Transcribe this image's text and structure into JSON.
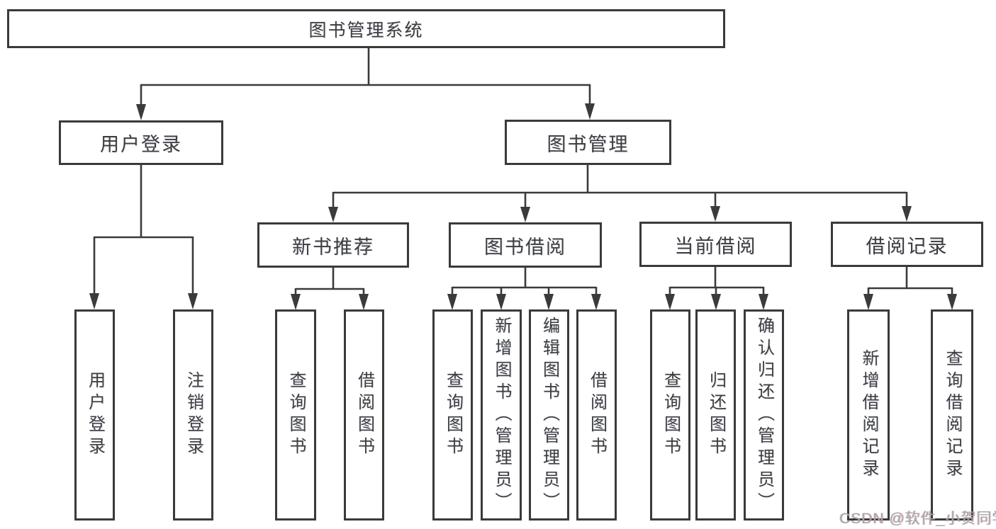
{
  "watermark": "CSDN @软件_小贺同学",
  "colors": {
    "line": "#3b3b3b",
    "box_border": "#3a3a3a",
    "box_background": "#ffffff",
    "text": "#3d3d3d",
    "watermark": "#a8a8a8"
  },
  "nodes": {
    "root": {
      "id": "library-management-system",
      "label": "图书管理系统"
    },
    "level1": [
      {
        "id": "user-login",
        "label": "用户登录",
        "parent": "library-management-system"
      },
      {
        "id": "book-management",
        "label": "图书管理",
        "parent": "library-management-system"
      }
    ],
    "level2": [
      {
        "id": "new-book-recommend",
        "label": "新书推荐",
        "parent": "book-management"
      },
      {
        "id": "book-borrowing",
        "label": "图书借阅",
        "parent": "book-management"
      },
      {
        "id": "current-borrowing",
        "label": "当前借阅",
        "parent": "book-management"
      },
      {
        "id": "borrowing-records",
        "label": "借阅记录",
        "parent": "book-management"
      }
    ],
    "leaves": [
      {
        "id": "user-login-leaf",
        "label": "用户登录",
        "parent": "user-login"
      },
      {
        "id": "logout-login",
        "label": "注销登录",
        "parent": "user-login"
      },
      {
        "id": "query-books-recommend",
        "label": "查询图书",
        "parent": "new-book-recommend"
      },
      {
        "id": "borrow-books-recommend",
        "label": "借阅图书",
        "parent": "new-book-recommend"
      },
      {
        "id": "query-books-borrowing",
        "label": "查询图书",
        "parent": "book-borrowing"
      },
      {
        "id": "add-books-admin",
        "label": "新增图书（管理员）",
        "parent": "book-borrowing"
      },
      {
        "id": "edit-books-admin",
        "label": "编辑图书（管理员）",
        "parent": "book-borrowing"
      },
      {
        "id": "borrow-books-borrowing",
        "label": "借阅图书",
        "parent": "book-borrowing"
      },
      {
        "id": "query-books-current",
        "label": "查询图书",
        "parent": "current-borrowing"
      },
      {
        "id": "return-books",
        "label": "归还图书",
        "parent": "current-borrowing"
      },
      {
        "id": "confirm-return-admin",
        "label": "确认归还（管理员）",
        "parent": "current-borrowing"
      },
      {
        "id": "add-borrowing-record",
        "label": "新增借阅记录",
        "parent": "borrowing-records"
      },
      {
        "id": "query-borrowing-record",
        "label": "查询借阅记录",
        "parent": "borrowing-records"
      }
    ]
  }
}
